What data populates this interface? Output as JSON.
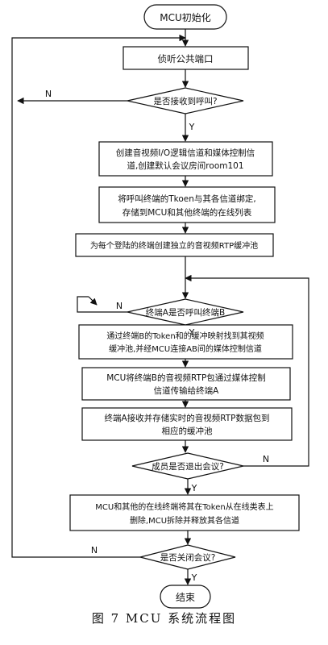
{
  "figure": {
    "caption": "图 7   MCU 系统流程图"
  },
  "flowchart": {
    "start": "MCU初始化",
    "step_listen": "侦听公共端口",
    "decision_call": "是否接收到呼叫?",
    "step_create_lines": [
      "创建音视频I/O逻辑信道和媒体控制信",
      "道,创建默认会议房间room101"
    ],
    "step_bind_lines": [
      "将呼叫终端的Tkoen与其各信道绑定,",
      "存储到MCU和其他终端的在线列表"
    ],
    "step_buffer": "为每个登陆的终端创建独立的音视频RTP缓冲池",
    "decision_call_b": "终端A是否呼叫终端B",
    "step_find_lines": [
      "通过终端B的Token和的缓冲映射找到其视频",
      "缓冲池,并经MCU连接AB间的媒体控制信道"
    ],
    "step_forward_lines": [
      "MCU将终端B的音视频RTP包通过媒体控制",
      "信道传输给终端A"
    ],
    "step_receive_lines": [
      "终端A接收并存储实时的音视频RTP数据包到",
      "相应的缓冲池"
    ],
    "decision_exit": "成员是否退出会议?",
    "step_remove_lines": [
      "MCU和其他的在线终端将其在Token从在线类表上",
      "删除,MCU拆除并释放其各信道"
    ],
    "decision_close": "是否关闭会议?",
    "end": "结束",
    "label_yes": "Y",
    "label_no": "N"
  }
}
